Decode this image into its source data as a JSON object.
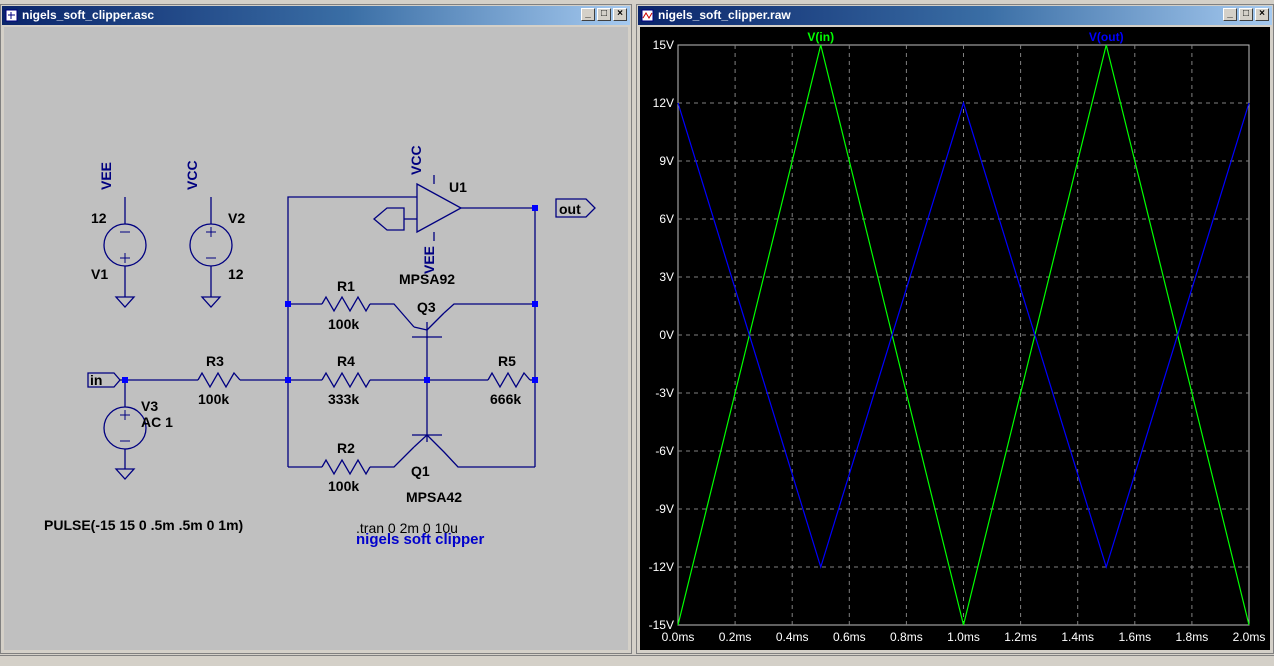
{
  "left_window": {
    "title": "nigels_soft_clipper.asc",
    "schematic": {
      "labels": {
        "vee_top": "VEE",
        "vcc_top": "VCC",
        "v1_value": "12",
        "v1_name": "V1",
        "v2_name": "V2",
        "v2_value": "12",
        "opamp_vcc": "VCC",
        "opamp_vee": "VEE",
        "opamp_name": "U1",
        "out_port": "out",
        "in_port": "in",
        "q3_model": "MPSA92",
        "q3_name": "Q3",
        "r1_name": "R1",
        "r1_value": "100k",
        "r3_name": "R3",
        "r3_value": "100k",
        "r4_name": "R4",
        "r4_value": "333k",
        "r5_name": "R5",
        "r5_value": "666k",
        "r2_name": "R2",
        "r2_value": "100k",
        "q1_name": "Q1",
        "q1_model": "MPSA42",
        "v3_name": "V3",
        "v3_ac": "AC 1",
        "pulse": "PULSE(-15 15 0 .5m .5m 0 1m)",
        "tran": ".tran 0 2m 0 10u",
        "comment": "nigels soft clipper"
      }
    }
  },
  "right_window": {
    "title": "nigels_soft_clipper.raw"
  },
  "chart_data": {
    "type": "line",
    "title": "",
    "xlabel": "",
    "ylabel": "",
    "xlim": [
      0,
      2.0
    ],
    "ylim": [
      -15,
      15
    ],
    "x_unit": "ms",
    "y_unit": "V",
    "x_ticks": [
      "0.0ms",
      "0.2ms",
      "0.4ms",
      "0.6ms",
      "0.8ms",
      "1.0ms",
      "1.2ms",
      "1.4ms",
      "1.6ms",
      "1.8ms",
      "2.0ms"
    ],
    "y_ticks": [
      "15V",
      "12V",
      "9V",
      "6V",
      "3V",
      "0V",
      "-3V",
      "-6V",
      "-9V",
      "-12V",
      "-15V"
    ],
    "grid": true,
    "legend_position": "top",
    "background": "#000000",
    "series": [
      {
        "name": "V(in)",
        "color": "#00ff00",
        "x": [
          0,
          0.5,
          1.0,
          1.5,
          2.0
        ],
        "y": [
          -15,
          15,
          -15,
          15,
          -15
        ]
      },
      {
        "name": "V(out)",
        "color": "#0000ff",
        "x": [
          0,
          0.5,
          1.0,
          1.5,
          2.0
        ],
        "y": [
          12,
          -12,
          12,
          -12,
          12
        ]
      }
    ]
  },
  "colors": {
    "wire": "#000080",
    "label": "#000000",
    "comment": "#0000cc",
    "node": "#0000ff"
  }
}
